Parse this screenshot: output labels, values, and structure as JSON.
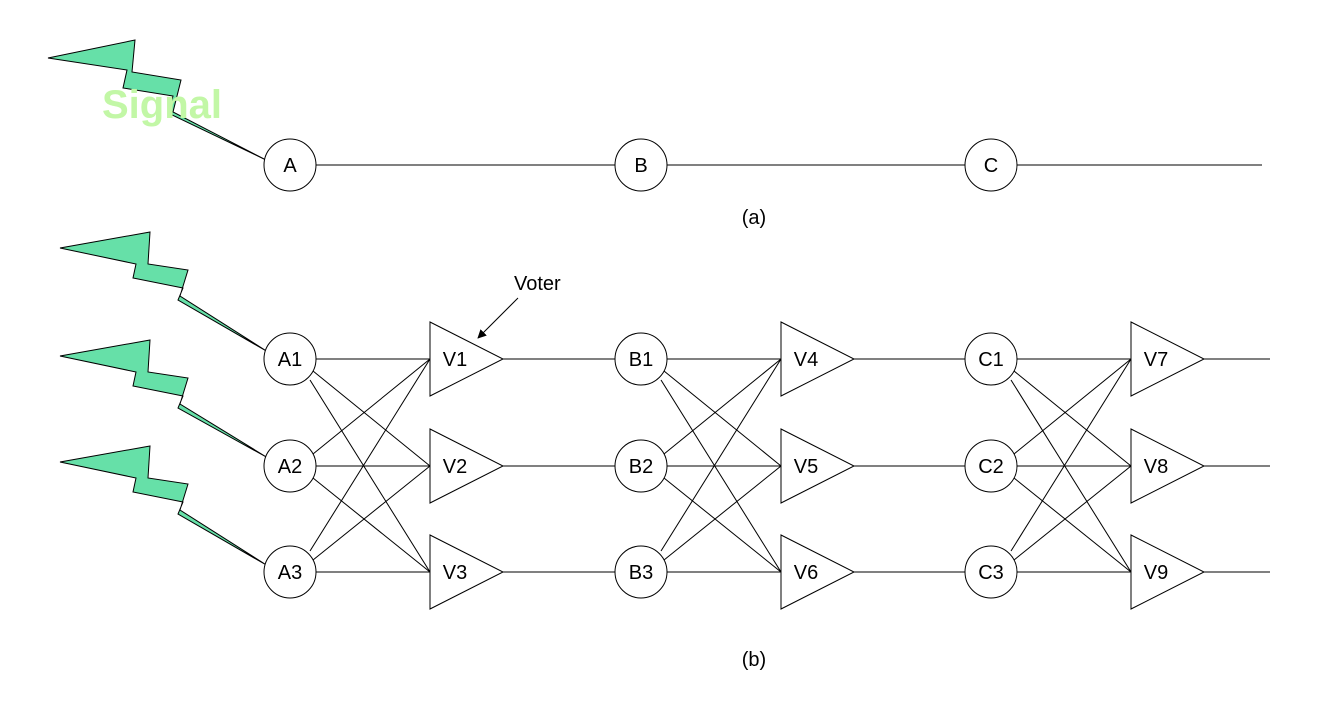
{
  "colors": {
    "bolt": "#66e0a8",
    "signal_text": "#c2f7a6"
  },
  "part_a": {
    "signal_label": "Signal",
    "nodes": [
      "A",
      "B",
      "C"
    ],
    "caption": "(a)"
  },
  "part_b": {
    "voter_annotation": "Voter",
    "stages": [
      {
        "nodes": [
          "A1",
          "A2",
          "A3"
        ],
        "voters": [
          "V1",
          "V2",
          "V3"
        ]
      },
      {
        "nodes": [
          "B1",
          "B2",
          "B3"
        ],
        "voters": [
          "V4",
          "V5",
          "V6"
        ]
      },
      {
        "nodes": [
          "C1",
          "C2",
          "C3"
        ],
        "voters": [
          "V7",
          "V8",
          "V9"
        ]
      }
    ],
    "caption": "(b)"
  }
}
